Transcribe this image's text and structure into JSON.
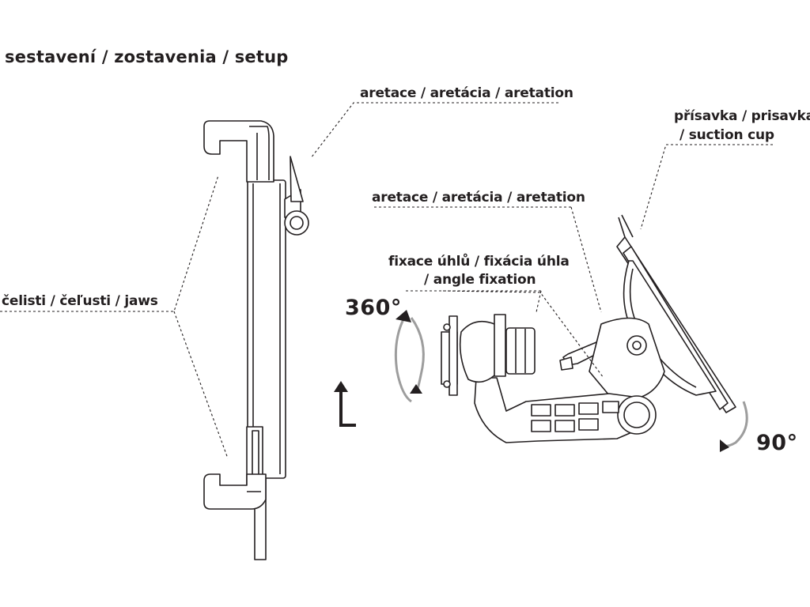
{
  "title": "sestavení / zostavenia / setup",
  "labels": {
    "aretation_top": "aretace / aretácia / aretation",
    "suction_line1": "přísavka / prisavka",
    "suction_line2": "/ suction cup",
    "aretation_mid": "aretace / aretácia / aretation",
    "angle_line1": "fixace úhlů / fixácia úhla",
    "angle_line2": "/ angle fixation",
    "jaws": "čelisti / čeľusti / jaws",
    "rotation_360": "360°",
    "rotation_90": "90°",
    "orientation_mark": "L"
  },
  "colors": {
    "line": "#231f20",
    "arrow_gray": "#9d9d9d"
  }
}
